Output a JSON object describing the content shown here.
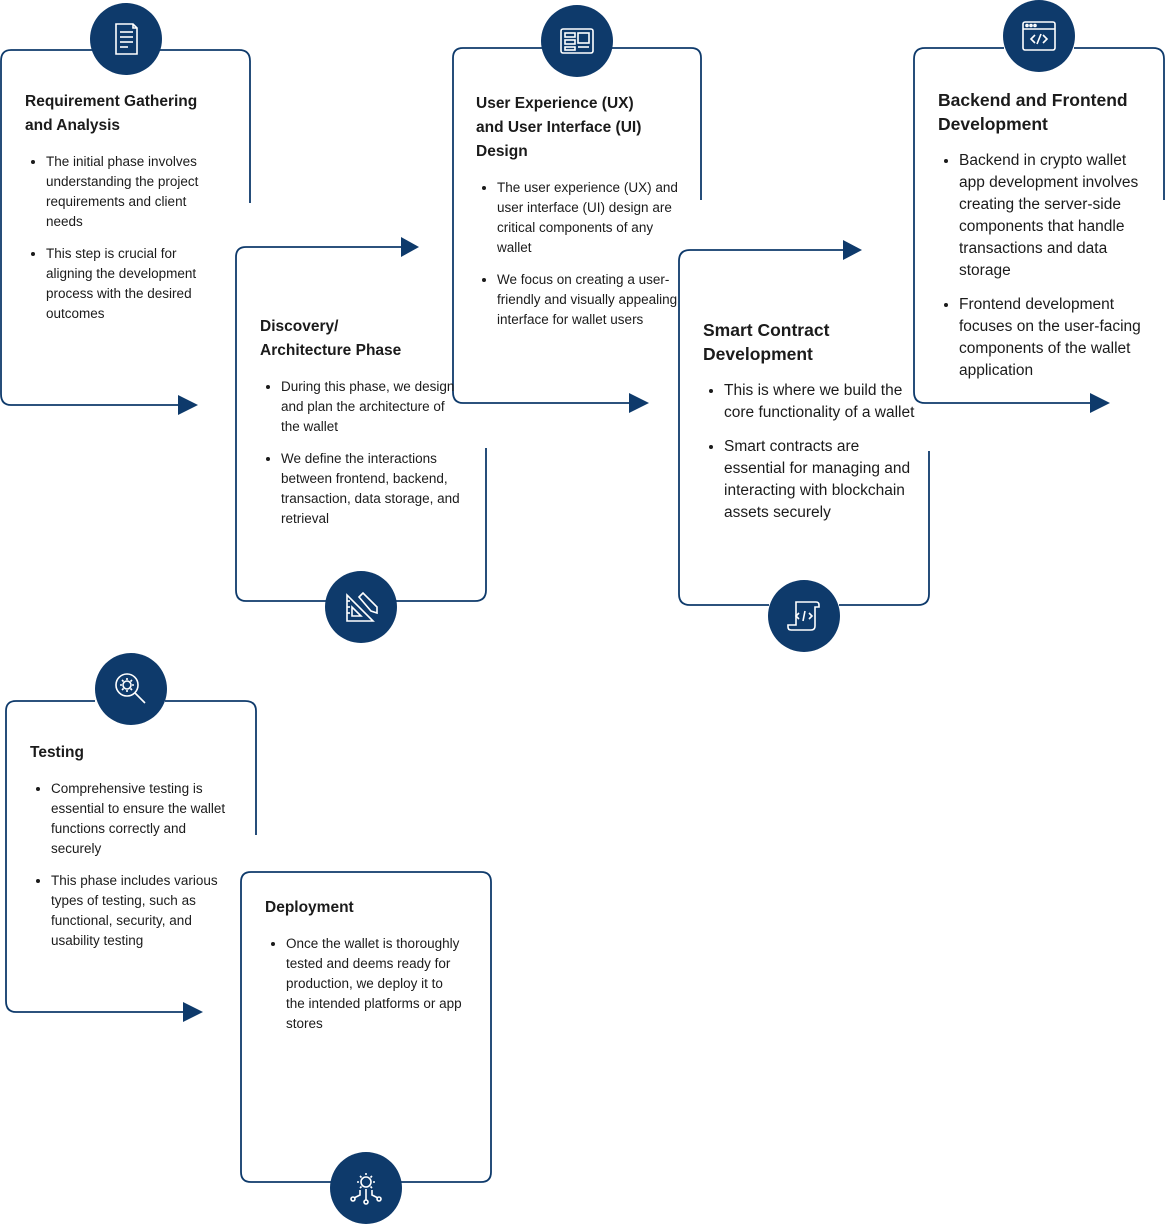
{
  "colors": {
    "accent": "#0e3a6b",
    "text": "#1b1b1b",
    "background": "#ffffff"
  },
  "steps": [
    {
      "title": "Requirement Gathering and Analysis",
      "icon": "document-list-icon",
      "bullets": [
        "The initial phase involves understanding the project requirements and client needs",
        "This step is crucial for aligning the development process with the desired outcomes"
      ]
    },
    {
      "title": "Discovery/ Architecture Phase",
      "icon": "ruler-pencil-icon",
      "bullets": [
        "During this phase, we design and plan the architecture of the wallet",
        "We define the interactions between frontend, backend, transaction, data storage, and retrieval"
      ]
    },
    {
      "title": "User Experience (UX) and User Interface (UI) Design",
      "icon": "ui-layout-icon",
      "bullets": [
        "The user experience (UX) and user interface (UI) design are critical components of any wallet",
        "We focus on creating a user-friendly and visually appealing interface for wallet users"
      ]
    },
    {
      "title": "Smart Contract Development",
      "icon": "code-scroll-icon",
      "bullets": [
        "This is where we build the core functionality of a wallet",
        "Smart contracts are essential for managing and interacting with blockchain assets securely"
      ]
    },
    {
      "title": "Backend and Frontend Development",
      "icon": "code-window-icon",
      "bullets": [
        "Backend in crypto wallet app development involves creating the server-side components that handle transactions and data storage",
        "Frontend development focuses on the user-facing components of the wallet application"
      ]
    },
    {
      "title": "Testing",
      "icon": "magnifier-gear-icon",
      "bullets": [
        "Comprehensive testing is essential to ensure the wallet functions correctly and securely",
        "This phase includes various types of testing, such as functional, security, and usability testing"
      ]
    },
    {
      "title": "Deployment",
      "icon": "gear-network-icon",
      "bullets": [
        "Once the wallet is thoroughly tested and deems ready for production, we deploy it to the intended platforms or app stores"
      ]
    }
  ]
}
